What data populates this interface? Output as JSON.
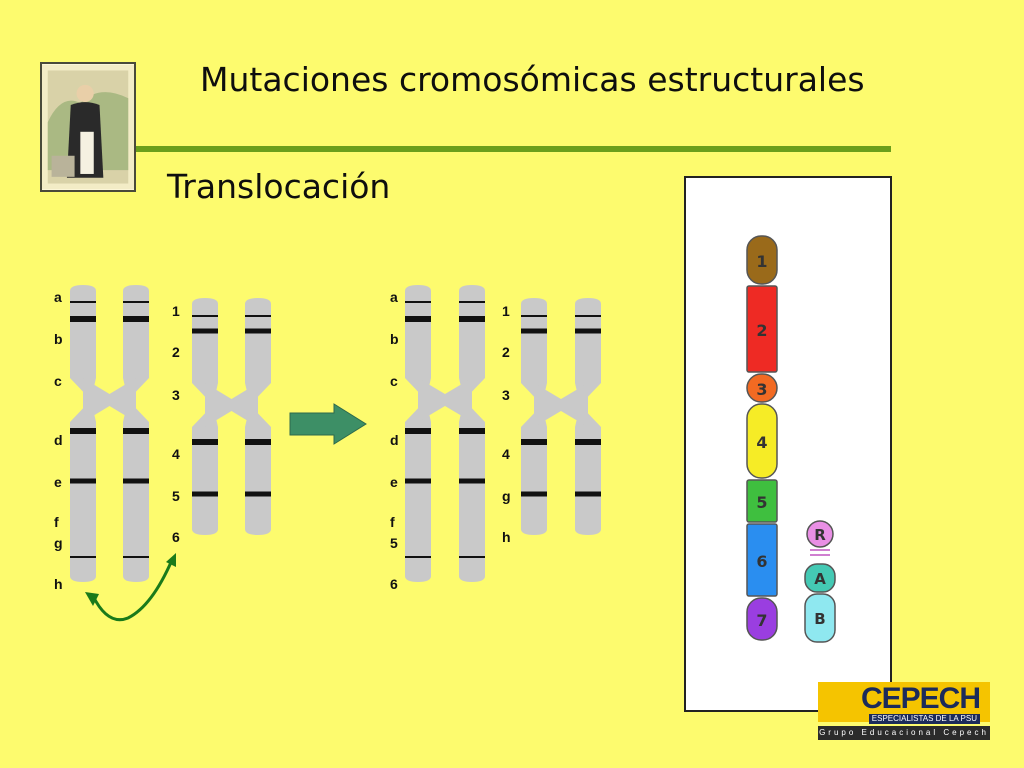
{
  "slide": {
    "title": "Mutaciones cromosómicas estructurales",
    "subtitle": "Translocación"
  },
  "diagram": {
    "before": {
      "chromosome_1": {
        "labels": [
          "a",
          "b",
          "c",
          "d",
          "e",
          "f",
          "g",
          "h"
        ]
      },
      "chromosome_2": {
        "labels": [
          "1",
          "2",
          "3",
          "4",
          "5",
          "6"
        ]
      }
    },
    "after": {
      "chromosome_1": {
        "labels": [
          "a",
          "b",
          "c",
          "d",
          "e",
          "f",
          "5",
          "6"
        ]
      },
      "chromosome_2": {
        "labels": [
          "1",
          "2",
          "3",
          "4",
          "g",
          "h"
        ]
      }
    },
    "arrow": "right-arrow",
    "exchange_arrow": "curved-double-arrow"
  },
  "panel": {
    "long_chromosome": [
      {
        "label": "1",
        "color": "#9a6a1a"
      },
      {
        "label": "2",
        "color": "#ee2a24"
      },
      {
        "label": "3",
        "color": "#f26a22"
      },
      {
        "label": "4",
        "color": "#f6ec26"
      },
      {
        "label": "5",
        "color": "#3fbf3f"
      },
      {
        "label": "6",
        "color": "#2a8ef0"
      },
      {
        "label": "7",
        "color": "#9a3ee0"
      }
    ],
    "short_chromosome": {
      "knob": {
        "label": "R",
        "color": "#e98fe5"
      },
      "segments": [
        {
          "label": "A",
          "color": "#44c9b4"
        },
        {
          "label": "B",
          "color": "#8fe8f0"
        }
      ]
    }
  },
  "logo": {
    "name": "CEPECH",
    "tagline": "ESPECIALISTAS DE LA PSU",
    "group": "Grupo Educacional Cepech"
  }
}
